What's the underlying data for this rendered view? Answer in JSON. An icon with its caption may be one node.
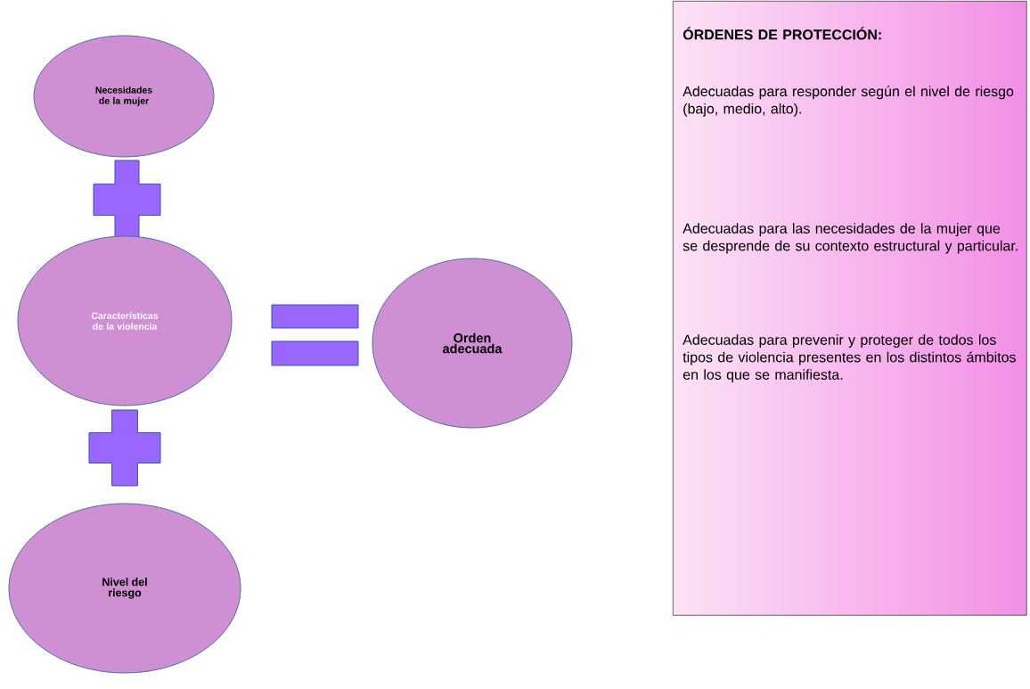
{
  "diagram": {
    "nodes": [
      {
        "text": [
          "Necesidades de la mujer"
        ]
      },
      {
        "text": [],
        "shape": "plus"
      },
      {
        "text": [
          "Características de la violencia"
        ]
      },
      {
        "text": [],
        "shape": "plus"
      },
      {
        "text": [
          "Nivel del riesgo"
        ]
      },
      {
        "text": [
          "Orden adecuada"
        ]
      },
      {
        "text": [
          "ÓRDENES DE PROTECCIÓN:",
          "Adecuadas para responder según el nivel de riesgo (bajo, medio, alto).",
          "Adecuadas para las necesidades de la mujer que se desprende de su contexto estructural y particular.",
          "Adecuadas para prevenir y proteger de todos los tipos de violencia presentes en los distintos ámbitos en los que se manifiesta."
        ]
      }
    ]
  }
}
